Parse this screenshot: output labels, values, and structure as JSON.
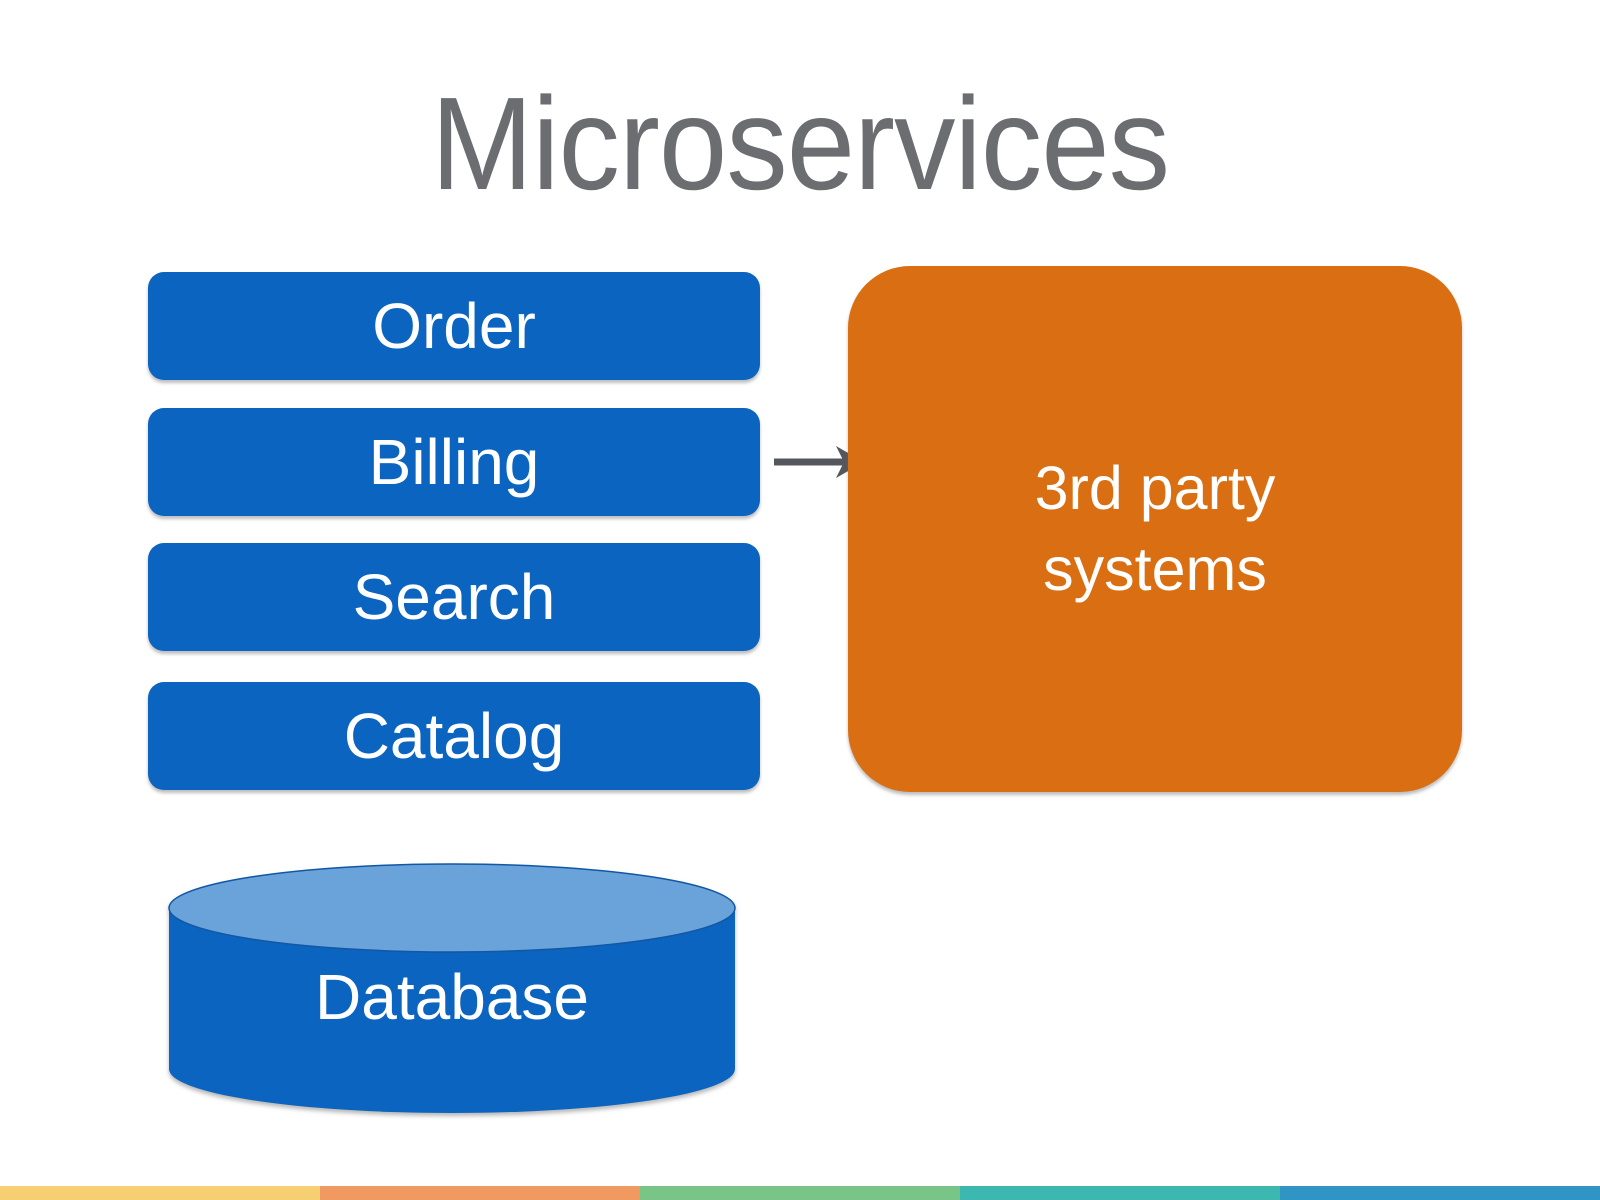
{
  "slide": {
    "title": "Microservices",
    "services": [
      {
        "label": "Order"
      },
      {
        "label": "Billing"
      },
      {
        "label": "Search"
      },
      {
        "label": "Catalog"
      }
    ],
    "external_system": {
      "lines": [
        "3rd party",
        "systems"
      ]
    },
    "database": {
      "label": "Database"
    },
    "connection": {
      "from": "Billing",
      "to": "3rd party systems"
    },
    "colors": {
      "title_gray": "#6c6d70",
      "service_blue": "#0b64bf",
      "service_blue_edge": "#1257a5",
      "external_orange": "#d96e12",
      "db_top_blue": "#6aa3d9",
      "arrow_gray": "#54575d",
      "footer_segments": [
        "#f6cf72",
        "#f09a61",
        "#79c588",
        "#3cb8b0",
        "#3094c4"
      ]
    }
  }
}
